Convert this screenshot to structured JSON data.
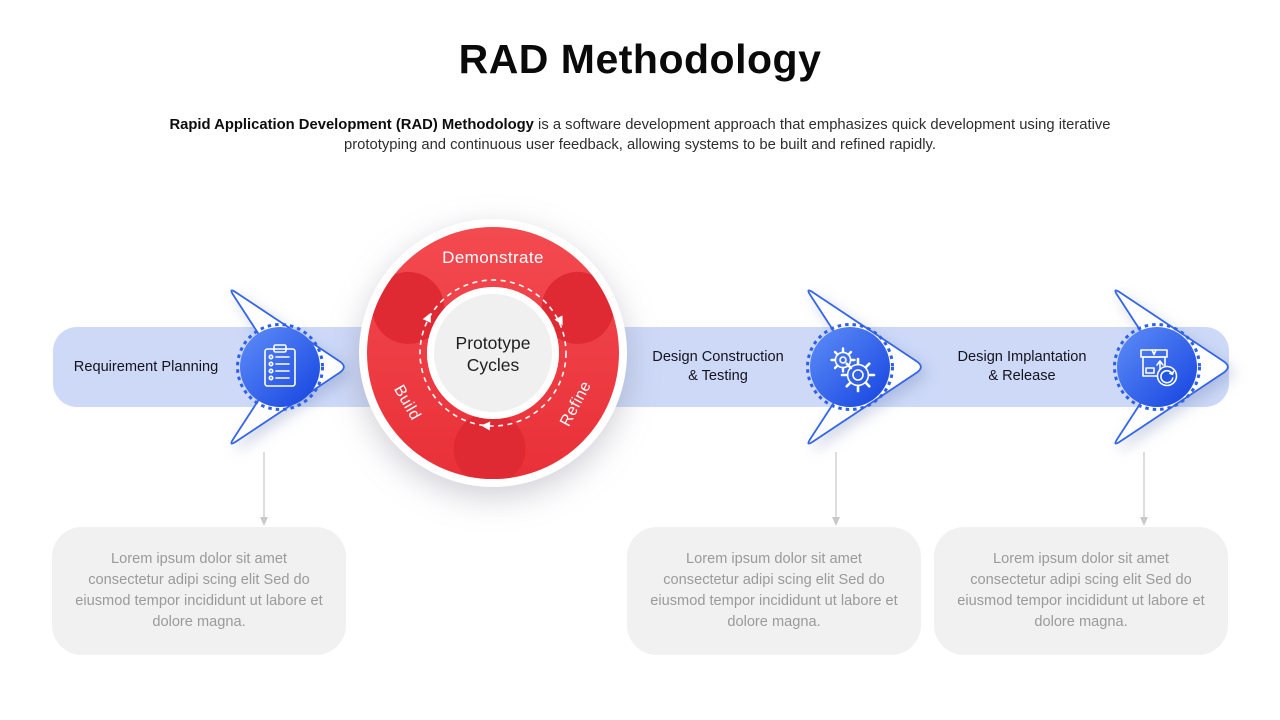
{
  "title": "RAD Methodology",
  "intro": {
    "bold": "Rapid Application Development (RAD) Methodology",
    "rest": " is a software development approach that emphasizes quick development using iterative prototyping and continuous user feedback, allowing systems to be built and refined rapidly."
  },
  "cycle": {
    "top_label": "Demonstrate",
    "left_label": "Build",
    "right_label": "Refine",
    "center_line1": "Prototype",
    "center_line2": "Cycles",
    "direction": "clockwise"
  },
  "stages": [
    {
      "label_lines": [
        "Requirement Planning"
      ],
      "icon": "clipboard-checklist-icon",
      "description": "Lorem ipsum dolor sit amet consectetur adipi scing elit Sed do eiusmod tempor incididunt ut labore et dolore magna."
    },
    {
      "label_lines": [
        "Design Construction",
        "& Testing"
      ],
      "icon": "gears-icon",
      "description": "Lorem ipsum dolor sit amet consectetur adipi scing elit Sed do eiusmod tempor incididunt ut labore et dolore magna."
    },
    {
      "label_lines": [
        "Design Implantation",
        "& Release"
      ],
      "icon": "package-release-icon",
      "description": "Lorem ipsum dolor sit amet consectetur adipi scing elit Sed do eiusmod tempor incididunt ut labore et dolore magna."
    }
  ],
  "colors": {
    "accent_red": "#ee3a40",
    "accent_red_dark": "#e02a33",
    "band_blue": "#cdd9f7",
    "outline_blue": "#3566ea",
    "circle_blue_start": "#5f8ef8",
    "circle_blue_end": "#1443e0",
    "box_gray": "#f1f1f2",
    "desc_text_gray": "#9a9a9a"
  }
}
